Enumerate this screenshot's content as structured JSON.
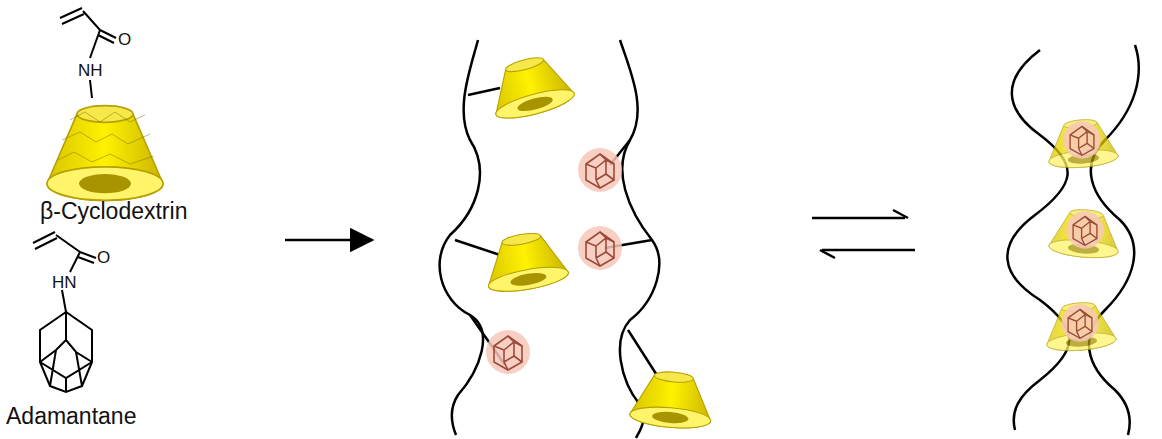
{
  "diagram": {
    "labels": [
      "O",
      "NH",
      "β-Cyclodextrin",
      "O",
      "HN",
      "Adamantane"
    ]
  }
}
